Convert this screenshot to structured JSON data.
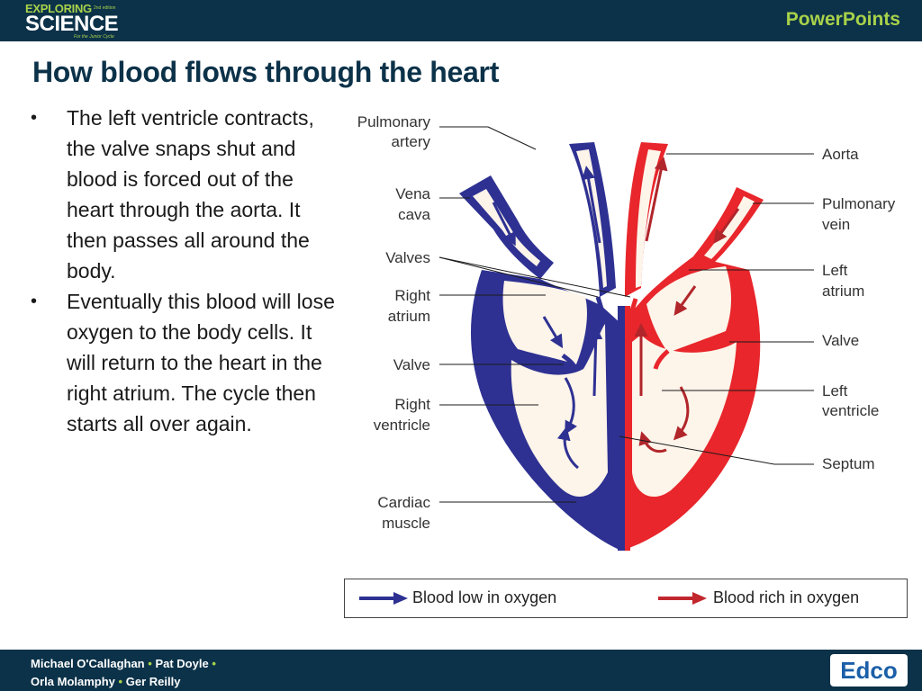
{
  "header": {
    "logo_exploring": "EXPLORING",
    "logo_edition": "2nd edition",
    "logo_science": "SCIENCE",
    "logo_tagline": "For the Junior Cycle",
    "powerpoints": "PowerPoints"
  },
  "title": "How blood flows through the heart",
  "bullets": [
    "The left ventricle contracts, the valve snaps shut and blood is forced out of the heart through the aorta. It then passes all around the body.",
    "Eventually this blood will lose oxygen to the body cells. It will return to the heart in the right atrium. The cycle then starts all over again."
  ],
  "bullet_symbol": "•",
  "diagram": {
    "labels": {
      "pulmonary_artery": [
        "Pulmonary",
        "artery"
      ],
      "vena_cava": [
        "Vena",
        "cava"
      ],
      "valves": "Valves",
      "right_atrium": [
        "Right",
        "atrium"
      ],
      "valve_left": "Valve",
      "right_ventricle": [
        "Right",
        "ventricle"
      ],
      "cardiac_muscle": [
        "Cardiac",
        "muscle"
      ],
      "aorta": "Aorta",
      "pulmonary_vein": [
        "Pulmonary",
        "vein"
      ],
      "left_atrium": [
        "Left",
        "atrium"
      ],
      "valve_right": "Valve",
      "left_ventricle": [
        "Left",
        "ventricle"
      ],
      "septum": "Septum"
    },
    "colors": {
      "deoxygenated": "#2e3192",
      "oxygenated": "#e8262b",
      "chamber": "#fdf4ea",
      "blue_arrow": "#2e3192",
      "red_arrow": "#b1262b"
    }
  },
  "legend": {
    "low_oxygen": "Blood low in oxygen",
    "rich_oxygen": "Blood rich in oxygen",
    "low_color": "#2e3192",
    "rich_color": "#c1272d"
  },
  "footer": {
    "authors_line1": [
      "Michael O'Callaghan",
      "Pat Doyle"
    ],
    "authors_line2": [
      "Orla Molamphy",
      "Ger Reilly"
    ],
    "separator": "•",
    "publisher": "Edco"
  }
}
